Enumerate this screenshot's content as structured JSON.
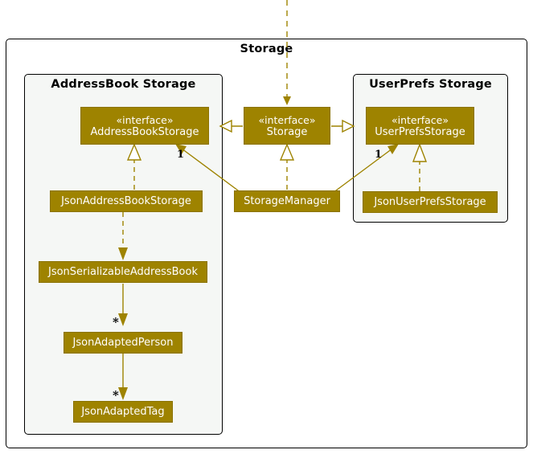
{
  "diagram": {
    "type": "uml-class-diagram",
    "title": "Storage",
    "line_color": "#9E8300",
    "class_fill": "#9E8300",
    "class_text": "#FFFFFF",
    "package_fill": "#F5F7F5",
    "border_color": "#000000"
  },
  "packages": {
    "outer": {
      "label": "Storage"
    },
    "addressbook": {
      "label": "AddressBook Storage"
    },
    "userprefs": {
      "label": "UserPrefs Storage"
    }
  },
  "classes": {
    "address_book_storage": {
      "stereotype": "«interface»",
      "name": "AddressBookStorage"
    },
    "storage": {
      "stereotype": "«interface»",
      "name": "Storage"
    },
    "user_prefs_storage": {
      "stereotype": "«interface»",
      "name": "UserPrefsStorage"
    },
    "json_address_book_storage": {
      "name": "JsonAddressBookStorage"
    },
    "storage_manager": {
      "name": "StorageManager"
    },
    "json_user_prefs_storage": {
      "name": "JsonUserPrefsStorage"
    },
    "json_serializable_address_book": {
      "name": "JsonSerializableAddressBook"
    },
    "json_adapted_person": {
      "name": "JsonAdaptedPerson"
    },
    "json_adapted_tag": {
      "name": "JsonAdaptedTag"
    }
  },
  "multiplicities": {
    "manager_to_abs": "1",
    "manager_to_ups": "1",
    "serializable_to_person": "*",
    "person_to_tag": "*"
  },
  "relationships": [
    {
      "from": "storage",
      "to": "address_book_storage",
      "kind": "generalization"
    },
    {
      "from": "storage",
      "to": "user_prefs_storage",
      "kind": "generalization"
    },
    {
      "from": "json_address_book_storage",
      "to": "address_book_storage",
      "kind": "realization"
    },
    {
      "from": "json_user_prefs_storage",
      "to": "user_prefs_storage",
      "kind": "realization"
    },
    {
      "from": "storage_manager",
      "to": "storage",
      "kind": "realization"
    },
    {
      "from": "storage_manager",
      "to": "address_book_storage",
      "kind": "association",
      "multiplicity": "1"
    },
    {
      "from": "storage_manager",
      "to": "user_prefs_storage",
      "kind": "association",
      "multiplicity": "1"
    },
    {
      "from": "json_address_book_storage",
      "to": "json_serializable_address_book",
      "kind": "dependency"
    },
    {
      "from": "json_serializable_address_book",
      "to": "json_adapted_person",
      "kind": "association",
      "multiplicity": "*"
    },
    {
      "from": "json_adapted_person",
      "to": "json_adapted_tag",
      "kind": "association",
      "multiplicity": "*"
    },
    {
      "from": "external",
      "to": "storage",
      "kind": "dependency"
    }
  ]
}
